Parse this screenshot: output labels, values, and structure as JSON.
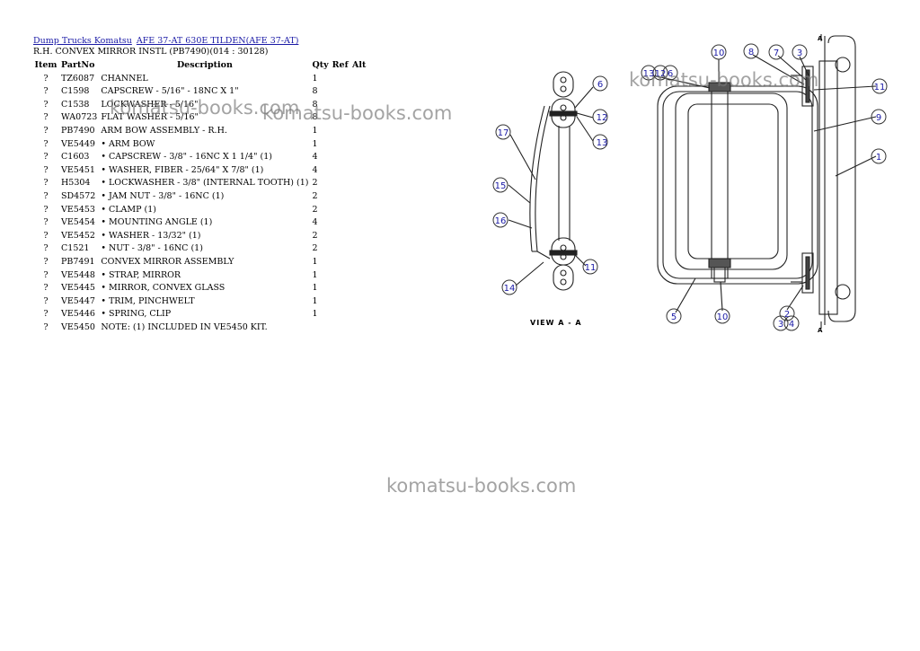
{
  "breadcrumb": {
    "link1": "Dump Trucks Komatsu",
    "link2": "AFE 37-AT 630E TILDEN(AFE 37-AT)"
  },
  "subtitle": "R.H. CONVEX MIRROR INSTL (PB7490)(014 : 30128)",
  "table": {
    "headers": {
      "item": "Item",
      "partno": "PartNo",
      "description": "Description",
      "qty": "Qty",
      "ref": "Ref",
      "alt": "Alt"
    },
    "rows": [
      {
        "item": "?",
        "partno": "TZ6087",
        "description": "CHANNEL",
        "qty": "1"
      },
      {
        "item": "?",
        "partno": "C1598",
        "description": "CAPSCREW - 5/16\" - 18NC X 1\"",
        "qty": "8"
      },
      {
        "item": "?",
        "partno": "C1538",
        "description": "LOCKWASHER - 5/16\"",
        "qty": "8"
      },
      {
        "item": "?",
        "partno": "WA0723",
        "description": "FLAT WASHER - 5/16\"",
        "qty": "8"
      },
      {
        "item": "?",
        "partno": "PB7490",
        "description": "ARM BOW ASSEMBLY - R.H.",
        "qty": "1"
      },
      {
        "item": "?",
        "partno": "VE5449",
        "description": "• ARM BOW",
        "qty": "1"
      },
      {
        "item": "?",
        "partno": "C1603",
        "description": "• CAPSCREW - 3/8\" - 16NC X 1 1/4\" (1)",
        "qty": "4"
      },
      {
        "item": "?",
        "partno": "VE5451",
        "description": "• WASHER, FIBER - 25/64\" X 7/8\" (1)",
        "qty": "4"
      },
      {
        "item": "?",
        "partno": "H5304",
        "description": "• LOCKWASHER - 3/8\" (INTERNAL TOOTH) (1)",
        "qty": "2"
      },
      {
        "item": "?",
        "partno": "SD4572",
        "description": "• JAM NUT - 3/8\" - 16NC (1)",
        "qty": "2"
      },
      {
        "item": "?",
        "partno": "VE5453",
        "description": "• CLAMP (1)",
        "qty": "2"
      },
      {
        "item": "?",
        "partno": "VE5454",
        "description": "• MOUNTING ANGLE (1)",
        "qty": "4"
      },
      {
        "item": "?",
        "partno": "VE5452",
        "description": "• WASHER - 13/32\" (1)",
        "qty": "2"
      },
      {
        "item": "?",
        "partno": "C1521",
        "description": "• NUT - 3/8\" - 16NC (1)",
        "qty": "2"
      },
      {
        "item": "?",
        "partno": "PB7491",
        "description": "CONVEX MIRROR ASSEMBLY",
        "qty": "1"
      },
      {
        "item": "?",
        "partno": "VE5448",
        "description": "• STRAP, MIRROR",
        "qty": "1"
      },
      {
        "item": "?",
        "partno": "VE5445",
        "description": "• MIRROR, CONVEX GLASS",
        "qty": "1"
      },
      {
        "item": "?",
        "partno": "VE5447",
        "description": "• TRIM, PINCHWELT",
        "qty": "1"
      },
      {
        "item": "?",
        "partno": "VE5446",
        "description": "• SPRING, CLIP",
        "qty": "1"
      },
      {
        "item": "?",
        "partno": "VE5450",
        "description": "NOTE: (1) INCLUDED IN VE5450 KIT.",
        "qty": ""
      }
    ]
  },
  "watermark": "komatsu-books.com",
  "diagram": {
    "view_label": "VIEW  A - A",
    "section_mark": "A",
    "callouts_left": [
      "6",
      "12",
      "13",
      "17",
      "15",
      "16",
      "11",
      "14"
    ],
    "callouts_right": [
      "10",
      "8",
      "7",
      "3",
      "13",
      "12",
      "6",
      "11",
      "9",
      "1",
      "5",
      "10",
      "2",
      "3",
      "4"
    ]
  }
}
